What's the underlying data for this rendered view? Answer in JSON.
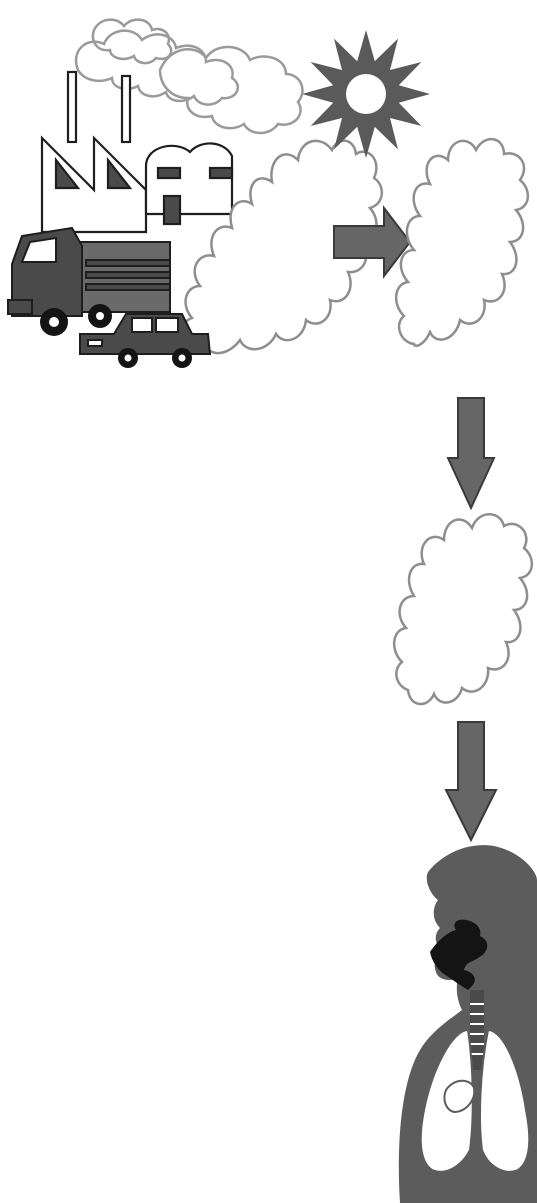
{
  "diagram": {
    "title": "",
    "colors": {
      "background": "#ffffff",
      "outline": "#1e1e1e",
      "cloud_outline": "#8e8e8e",
      "smoke_outline": "#9a9a9a",
      "arrow_fill": "#666666",
      "arrow_stroke": "#3a3a3a",
      "sun_fill": "#5a5a5a",
      "vehicle_dark": "#4a4a4a",
      "vehicle_mid": "#6a6a6a",
      "body_silhouette": "#5c5c5c",
      "airway_fill": "#141414",
      "lung_fill": "#ffffff"
    },
    "nodes": [
      {
        "id": "emission-sources",
        "icon": "factory-truck-car-icon",
        "label": ""
      },
      {
        "id": "emitted-pollutants",
        "icon": "cloud-icon",
        "label": ""
      },
      {
        "id": "sunlight",
        "icon": "sun-icon",
        "label": ""
      },
      {
        "id": "transformed-pollutants",
        "icon": "cloud-icon",
        "label": ""
      },
      {
        "id": "inhaled-air",
        "icon": "cloud-icon",
        "label": ""
      },
      {
        "id": "human-respiratory-system",
        "icon": "human-lungs-icon",
        "label": ""
      }
    ],
    "edges": [
      {
        "from": "emitted-pollutants",
        "to": "transformed-pollutants",
        "direction": "right",
        "icon": "arrow-right-icon"
      },
      {
        "from": "transformed-pollutants",
        "to": "inhaled-air",
        "direction": "down",
        "icon": "arrow-down-icon"
      },
      {
        "from": "inhaled-air",
        "to": "human-respiratory-system",
        "direction": "down",
        "icon": "arrow-down-icon"
      }
    ]
  }
}
